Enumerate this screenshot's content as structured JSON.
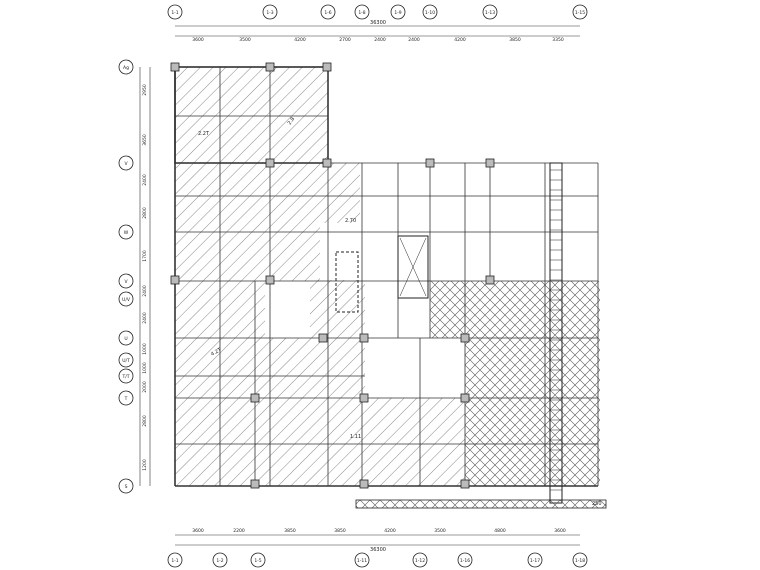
{
  "top_axes": [
    "1-1",
    "1-3",
    "1-6",
    "1-8",
    "1-9",
    "1-10",
    "1-13",
    "1-15"
  ],
  "bottom_axes": [
    "1-1",
    "1-2",
    "1-5",
    "1-11",
    "1-12",
    "1-16",
    "1-17",
    "1-18"
  ],
  "row_axes": [
    "Ag",
    "V",
    "W",
    "V",
    "U/V",
    "U",
    "U/T",
    "T/T",
    "T",
    "S"
  ],
  "top_overall": "36300",
  "top_spans": [
    "3600",
    "3500",
    "4200",
    "2700",
    "2400",
    "2400",
    "4200",
    "3850",
    "3350"
  ],
  "bottom_overall": "36300",
  "bottom_spans": [
    "3600",
    "2200",
    "3850",
    "3850",
    "4200",
    "3500",
    "4800",
    "3600"
  ],
  "left_spans": [
    "2950",
    "3650",
    "2400",
    "2800",
    "1700",
    "2400",
    "2400",
    "1000",
    "1000",
    "2000",
    "2800",
    "1200"
  ],
  "annotations": [
    "2.2T",
    "2.8",
    "4.2T",
    "2.70",
    "1.11"
  ],
  "bottom_right_dim": "250"
}
